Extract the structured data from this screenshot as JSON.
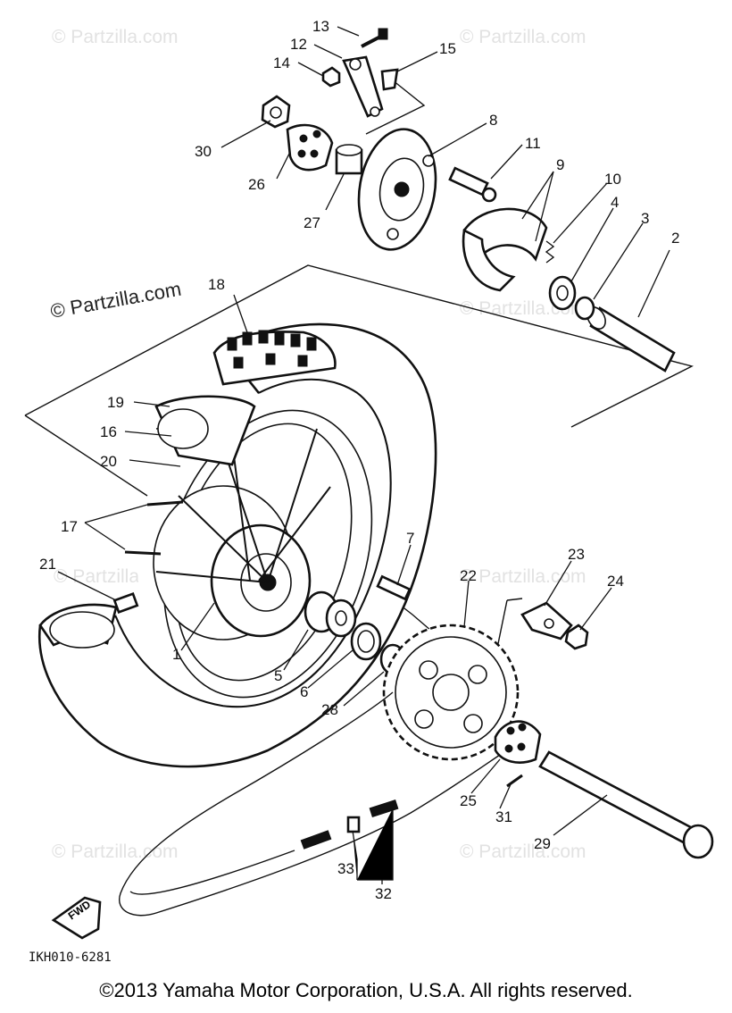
{
  "watermarks": [
    "© Partzilla.com",
    "© Partzilla.com",
    "© Partzilla.com",
    "© Partzilla.com",
    "© Partzilla.com",
    "© Partzilla.com",
    "© Partzilla.com",
    "© Partzilla.com"
  ],
  "watermark_main": "© Partzilla.com",
  "callouts": {
    "c1": "1",
    "c2": "2",
    "c3": "3",
    "c4": "4",
    "c5": "5",
    "c6": "6",
    "c7": "7",
    "c8": "8",
    "c9": "9",
    "c10": "10",
    "c11": "11",
    "c12": "12",
    "c13": "13",
    "c14": "14",
    "c15": "15",
    "c16": "16",
    "c17": "17",
    "c18": "18",
    "c19": "19",
    "c20": "20",
    "c21": "21",
    "c22": "22",
    "c23": "23",
    "c24": "24",
    "c25": "25",
    "c26": "26",
    "c27": "27",
    "c28": "28",
    "c29": "29",
    "c30": "30",
    "c31": "31",
    "c32": "32",
    "c33": "33"
  },
  "fwd_label": "FWD",
  "drawing_code": "IKH010-6281",
  "copyright": "©2013 Yamaha Motor Corporation, U.S.A. All rights reserved.",
  "colors": {
    "ink": "#111111",
    "watermark": "#e2e2e2",
    "background": "#ffffff"
  }
}
